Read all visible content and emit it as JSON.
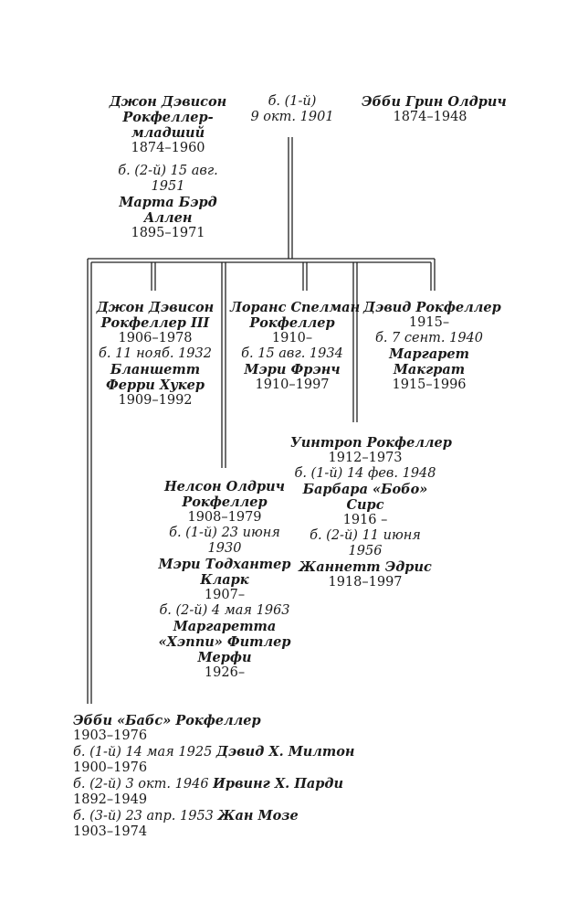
{
  "top_left": {
    "name_lines": [
      "Джон Дэвисон",
      "Рокфеллер-",
      "младший"
    ],
    "years": "1874–1960",
    "marriage2_lines": [
      "б. (2-й) 15 авг.",
      "1951"
    ],
    "spouse2_lines": [
      "Марта Бэрд",
      "Аллен"
    ],
    "spouse2_years": "1895–1971"
  },
  "top_middle": {
    "marriage1_lines": [
      "б. (1-й)",
      "9 окт. 1901"
    ]
  },
  "top_right": {
    "name": "Эбби Грин Олдрич",
    "years": "1874–1948"
  },
  "john3": {
    "name_lines": [
      "Джон Дэвисон",
      "Рокфеллер III"
    ],
    "years": "1906–1978",
    "marriage": "б. 11 нояб. 1932",
    "spouse_lines": [
      "Бланшетт",
      "Ферри Хукер"
    ],
    "spouse_years": "1909–1992"
  },
  "laurance": {
    "name_lines": [
      "Лоранс Спелман",
      "Рокфеллер"
    ],
    "years": "1910–",
    "marriage": "б. 15 авг. 1934",
    "spouse": "Мэри Фрэнч",
    "spouse_years": "1910–1997"
  },
  "david": {
    "name": "Дэвид Рокфеллер",
    "years": "1915–",
    "marriage": "б. 7 сент. 1940",
    "spouse_lines": [
      "Маргарет",
      "Макграт"
    ],
    "spouse_years": "1915–1996"
  },
  "winthrop": {
    "name": "Уинтроп Рокфеллер",
    "years": "1912–1973",
    "marriage1": "б. (1-й) 14 фев. 1948",
    "spouse1_lines": [
      "Барбара «Бобо»",
      "Сирс"
    ],
    "spouse1_years": "1916 –",
    "marriage2_lines": [
      "б. (2-й) 11 июня",
      "1956"
    ],
    "spouse2": "Жаннетт Эдрис",
    "spouse2_years": "1918–1997"
  },
  "nelson": {
    "name_lines": [
      "Нелсон Олдрич",
      "Рокфеллер"
    ],
    "years": "1908–1979",
    "marriage1_lines": [
      "б. (1-й) 23 июня",
      "1930"
    ],
    "spouse1_lines": [
      "Мэри Тодхантер",
      "Кларк"
    ],
    "spouse1_years": "1907–",
    "marriage2": "б. (2-й) 4 мая 1963",
    "spouse2_lines": [
      "Маргаретта",
      "«Хэппи» Фитлер",
      "Мерфи"
    ],
    "spouse2_years": "1926–"
  },
  "abby": {
    "name": "Эбби «Бабс» Рокфеллер",
    "years": "1903–1976",
    "marriage1": "б. (1-й) 14 мая 1925",
    "spouse1": "Дэвид Х. Милтон",
    "spouse1_years": "1900–1976",
    "marriage2": "б. (2-й) 3 окт. 1946",
    "spouse2": "Ирвинг Х. Парди",
    "spouse2_years": "1892–1949",
    "marriage3": "б. (3-й) 23 апр. 1953",
    "spouse3": "Жан Мозе",
    "spouse3_years": "1903–1974"
  }
}
